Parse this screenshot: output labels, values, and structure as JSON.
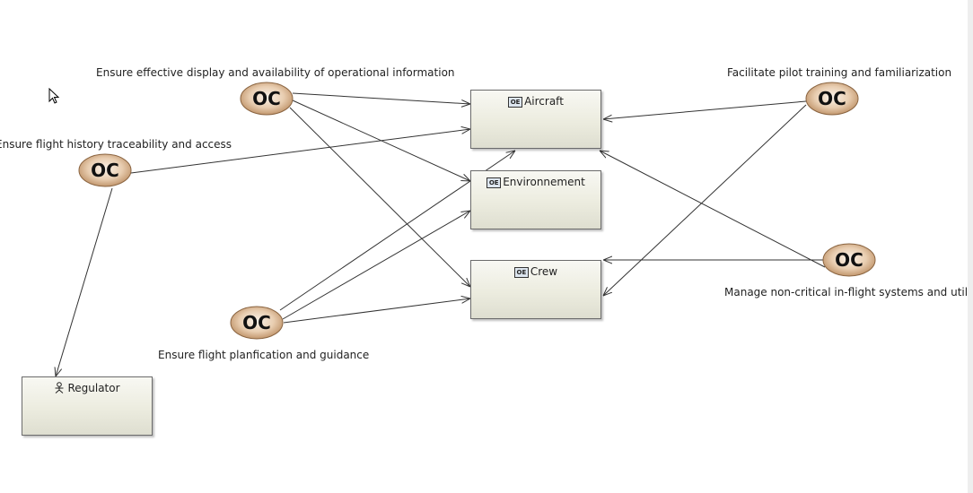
{
  "capabilities": [
    {
      "id": "oc-display",
      "label": "Ensure effective display and availability of operational information",
      "glyph": "OC"
    },
    {
      "id": "oc-history",
      "label": "Ensure flight history traceability and access",
      "glyph": "OC"
    },
    {
      "id": "oc-planification",
      "label": "Ensure flight planfication and guidance",
      "glyph": "OC"
    },
    {
      "id": "oc-training",
      "label": "Facilitate pilot training and familiarization",
      "glyph": "OC"
    },
    {
      "id": "oc-systems",
      "label": "Manage non-critical in-flight systems and utiliti",
      "glyph": "OC"
    }
  ],
  "entities": [
    {
      "id": "aircraft",
      "label": "Aircraft",
      "icon": "OE"
    },
    {
      "id": "environnement",
      "label": "Environnement",
      "icon": "OE"
    },
    {
      "id": "crew",
      "label": "Crew",
      "icon": "OE"
    },
    {
      "id": "regulator",
      "label": "Regulator",
      "icon": "actor"
    }
  ],
  "colors": {
    "edge": "#333333",
    "entity_border": "#6b6b6b",
    "oc_fill": "#c9a07a"
  }
}
